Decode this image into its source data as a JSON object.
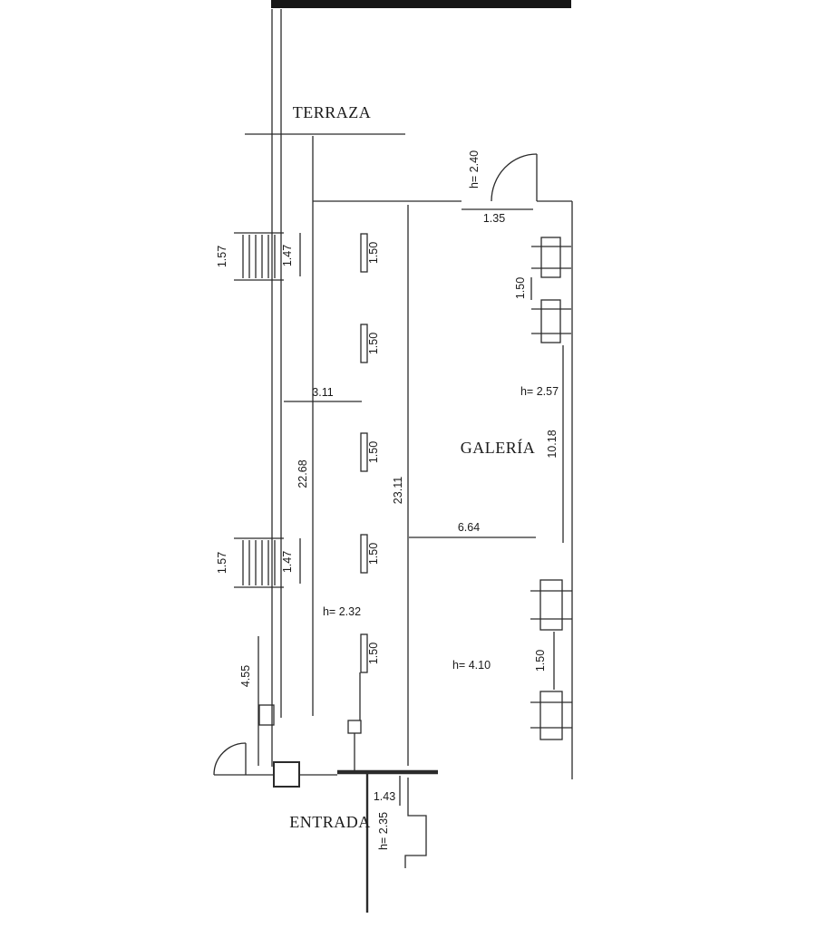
{
  "rooms": {
    "terraza": "TERRAZA",
    "galeria": "GALERÍA",
    "entrada": "ENTRADA"
  },
  "dims": {
    "door_top_height": "h= 2.40",
    "door_top_width": "1.35",
    "stairs": [
      {
        "width": "1.57",
        "depth": "1.47"
      },
      {
        "width": "1.57",
        "depth": "1.47"
      }
    ],
    "windows": [
      "1.50",
      "1.50",
      "1.50",
      "1.50",
      "1.50"
    ],
    "span_311": "3.11",
    "left_total": "22.68",
    "center_total": "23.11",
    "galeria_h": "h= 2.57",
    "galeria_len": "10.18",
    "col_gap_top": "1.50",
    "col_gap_bottom": "1.50",
    "span_664": "6.64",
    "h_232": "h= 2.32",
    "h_410": "h= 4.10",
    "left_bottom": "4.55",
    "entry_width": "1.43",
    "entry_height": "h= 2.35"
  },
  "colors": {
    "line": "#2b2b2b",
    "ink": "#1a1a1a",
    "topbar": "#161616"
  }
}
